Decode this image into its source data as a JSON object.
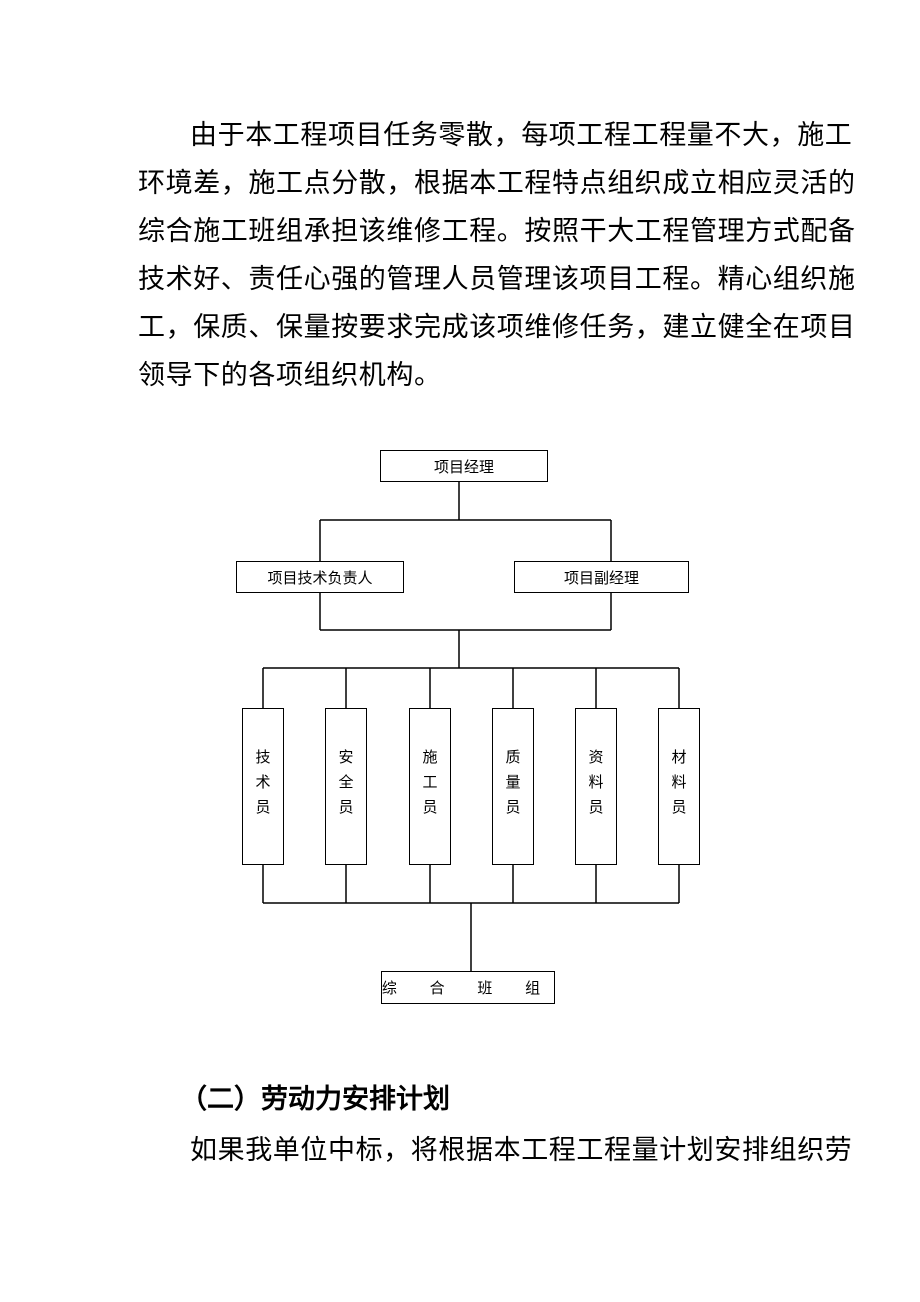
{
  "intro_paragraph": {
    "lines": [
      "由于本工程项目任务零散，每项工程工程量不大，施工",
      "环境差，施工点分散，根据本工程特点组织成立相应灵活的",
      "综合施工班组承担该维修工程。按照干大工程管理方式配备",
      "技术好、责任心强的管理人员管理该项目工程。精心组织施",
      "工，保质、保量按要求完成该项维修任务，建立健全在项目",
      "领导下的各项组织机构。"
    ]
  },
  "org_chart": {
    "top": "项目经理",
    "second_level": [
      "项目技术负责人",
      "项目副经理"
    ],
    "staff": [
      "技术员",
      "安全员",
      "施工员",
      "质量员",
      "资料员",
      "材料员"
    ],
    "bottom": "综 合 班 组"
  },
  "section_heading": "（二）劳动力安排计划",
  "section_paragraph": "如果我单位中标，将根据本工程工程量计划安排组织劳"
}
